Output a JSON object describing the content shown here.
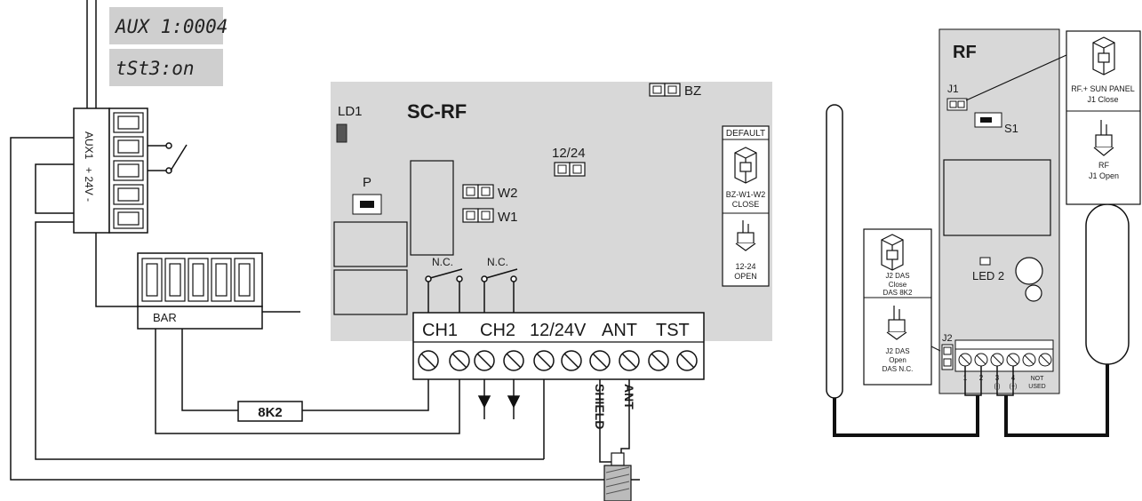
{
  "display": {
    "line1": "AUX 1:0004",
    "line2": "tSt3:on"
  },
  "terminal_block_left": {
    "aux_label": "AUX1",
    "power_label": "+ 24V -"
  },
  "bar_block": {
    "label": "BAR"
  },
  "resistor": {
    "label": "8K2"
  },
  "sc_rf_board": {
    "title": "SC-RF",
    "led_label": "LD1",
    "button_label": "P",
    "jumper_bz": "BZ",
    "jumper_w1": "W1",
    "jumper_w2": "W2",
    "jumper_1224": "12/24",
    "contact_ch1": "N.C.",
    "contact_ch2": "N.C.",
    "default_box": {
      "title": "DEFAULT",
      "closed_label": "BZ-W1-W2",
      "closed_state": "CLOSE",
      "open_label": "12-24",
      "open_state": "OPEN"
    },
    "terminals": [
      "CH1",
      "CH2",
      "12/24V",
      "ANT",
      "TST"
    ]
  },
  "antenna": {
    "shield_label": "SHIELD",
    "ant_label": "ANT"
  },
  "rf_module": {
    "title": "RF",
    "j1_label": "J1",
    "s1_label": "S1",
    "led_label": "LED 2",
    "j2_label": "J2",
    "terminal_numbers": [
      "1",
      "2",
      "3",
      "4",
      "NOT"
    ],
    "terminal_polarity": [
      "(-)",
      "(+)",
      "USED"
    ],
    "j1_close_box": {
      "line1": "RF.+ SUN PANEL",
      "line2": "J1 Close"
    },
    "j1_open_box": {
      "line1": "RF",
      "line2": "J1 Open"
    },
    "j2_close_box": {
      "line1": "J2 DAS",
      "line2": "Close",
      "line3": "DAS 8K2"
    },
    "j2_open_box": {
      "line1": "J2 DAS",
      "line2": "Open",
      "line3": "DAS N.C."
    }
  }
}
